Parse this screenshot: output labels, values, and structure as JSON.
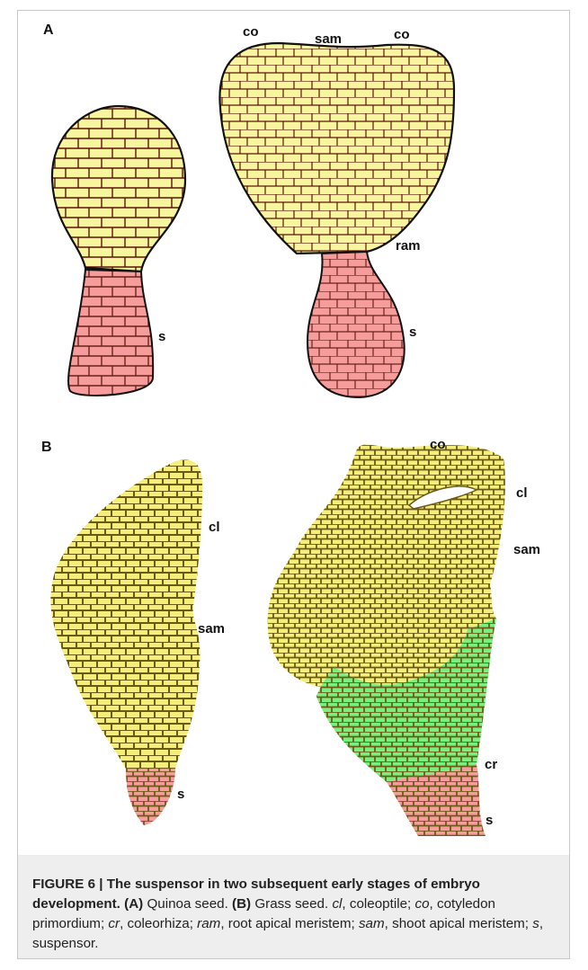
{
  "panels": {
    "a": {
      "panel_label": "A",
      "labels": {
        "co_left": "co",
        "sam": "sam",
        "co_right": "co",
        "ram": "ram",
        "s_left": "s",
        "s_right": "s"
      }
    },
    "b": {
      "panel_label": "B",
      "labels": {
        "cl_left": "cl",
        "sam_left": "sam",
        "s_left": "s",
        "co": "co",
        "cl_right": "cl",
        "sam_right": "sam",
        "cr": "cr",
        "s_right": "s"
      }
    }
  },
  "colors": {
    "embryo_proper": "#f8f59f",
    "grass_embryo": "#f4ee7a",
    "suspensor": "#f69c9c",
    "coleorhiza": "#79f07e",
    "cell_wall_a": "#5a1508",
    "cell_wall_b": "#6b5a15"
  },
  "caption": {
    "figure_number": "FIGURE 6 | The suspensor in two subsequent early stages of embryo development.",
    "a_marker": "(A)",
    "a_text": " Quinoa seed. ",
    "b_marker": "(B)",
    "b_text": " Grass seed. ",
    "abbr": [
      {
        "term": "cl",
        "def": ", coleoptile; "
      },
      {
        "term": "co",
        "def": ", cotyledon primordium; "
      },
      {
        "term": "cr",
        "def": ", coleorhiza; "
      },
      {
        "term": "ram",
        "def": ", root apical meristem; "
      },
      {
        "term": "sam",
        "def": ", shoot apical meristem; "
      },
      {
        "term": "s",
        "def": ", suspensor."
      }
    ]
  }
}
